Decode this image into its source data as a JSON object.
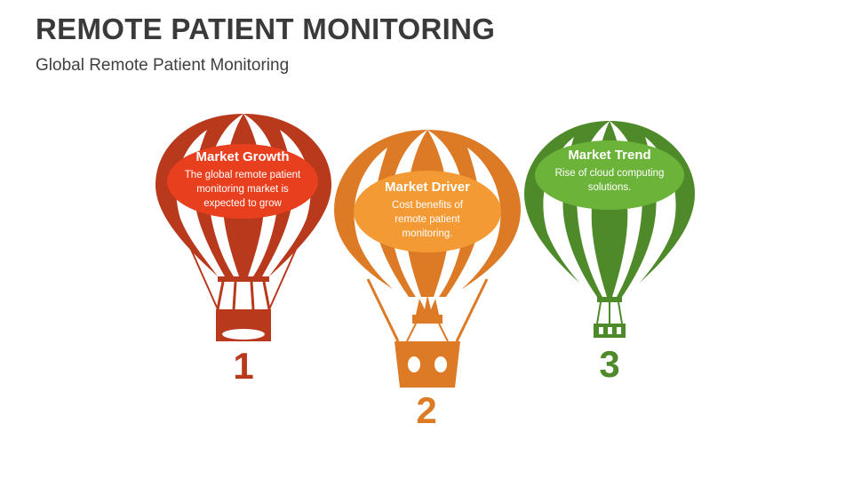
{
  "header": {
    "title": "REMOTE PATIENT MONITORING",
    "subtitle": "Global Remote Patient Monitoring"
  },
  "balloons": [
    {
      "number": "1",
      "title": "Market Growth",
      "description": "The global remote patient monitoring market is expected to grow",
      "color_dark": "#b8391c",
      "color_light": "#e8401f"
    },
    {
      "number": "2",
      "title": "Market Driver",
      "description": "Cost benefits of remote patient monitoring.",
      "color_dark": "#dd7a25",
      "color_light": "#f39a35"
    },
    {
      "number": "3",
      "title": "Market Trend",
      "description": "Rise of cloud computing solutions.",
      "color_dark": "#4e8a2a",
      "color_light": "#6cb33a"
    }
  ]
}
